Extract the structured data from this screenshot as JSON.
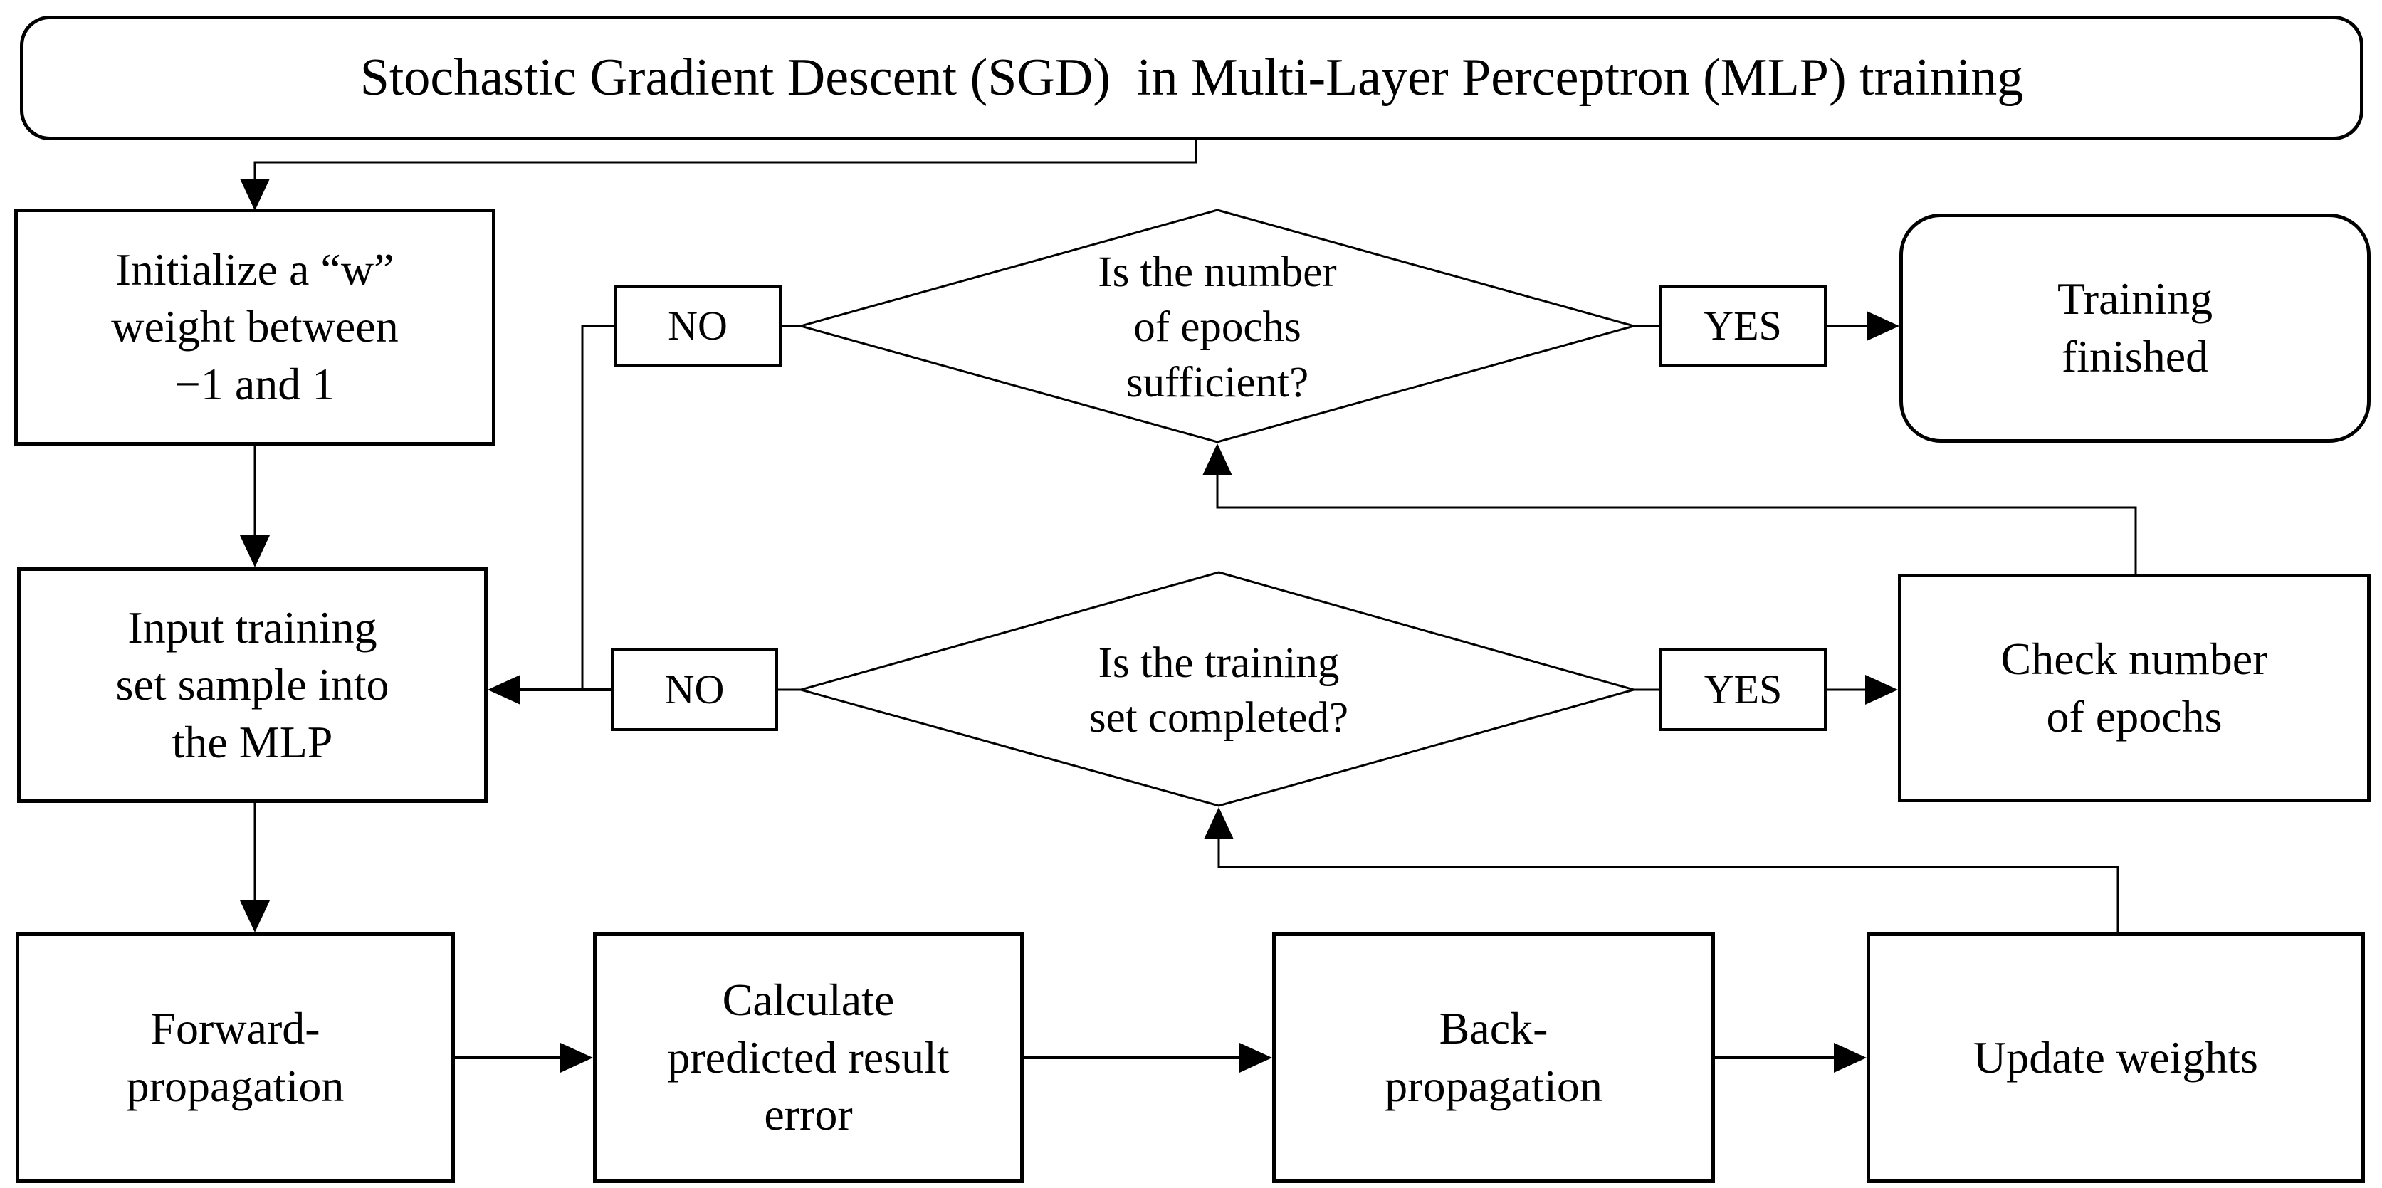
{
  "title": {
    "text": "Stochastic Gradient Descent (SGD)  in Multi-Layer Perceptron (MLP) training"
  },
  "nodes": {
    "initialize": {
      "lines": [
        "Initialize a “w”",
        "weight between",
        "−1 and 1"
      ]
    },
    "input": {
      "lines": [
        "Input training",
        "set sample into",
        "the MLP"
      ]
    },
    "forward": {
      "lines": [
        "Forward-",
        "propagation"
      ]
    },
    "calculate": {
      "lines": [
        "Calculate",
        "predicted result",
        "error"
      ]
    },
    "back": {
      "lines": [
        "Back-",
        "propagation"
      ]
    },
    "update": {
      "lines": [
        "Update weights"
      ]
    },
    "check": {
      "lines": [
        "Check number",
        "of epochs"
      ]
    },
    "finished": {
      "lines": [
        "Training",
        "finished"
      ]
    },
    "decision_epochs": {
      "lines": [
        "Is the number",
        "of epochs",
        "sufficient?"
      ]
    },
    "decision_trainset": {
      "lines": [
        "Is the training",
        "set completed?"
      ]
    }
  },
  "labels": {
    "no1": "NO",
    "yes1": "YES",
    "no2": "NO",
    "yes2": "YES"
  },
  "colors": {
    "line": "#000000",
    "background": "#ffffff",
    "box_fill": "#ffffff"
  }
}
